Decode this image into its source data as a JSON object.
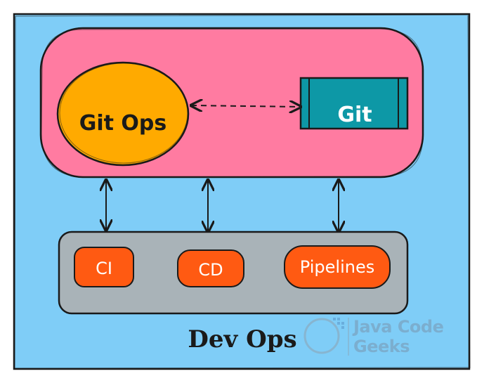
{
  "nodes": {
    "gitops": {
      "label": "Git Ops"
    },
    "git": {
      "label": "Git"
    },
    "ci": {
      "label": "CI"
    },
    "cd": {
      "label": "CD"
    },
    "pipelines": {
      "label": "Pipelines"
    }
  },
  "group_label": "Dev Ops",
  "watermark": {
    "text": "Java Code Geeks"
  },
  "edges": [
    {
      "from": "gitops",
      "to": "git",
      "style": "dashed",
      "bidirectional": true
    },
    {
      "from": "ci",
      "to": "gitops-group",
      "style": "solid",
      "bidirectional": true
    },
    {
      "from": "cd",
      "to": "gitops-group",
      "style": "solid",
      "bidirectional": true
    },
    {
      "from": "pipelines",
      "to": "gitops-group",
      "style": "solid",
      "bidirectional": true
    }
  ],
  "colors": {
    "background": "#7fcdf7",
    "gitops_group": "#ff7ba1",
    "gitops_node": "#ffaa00",
    "git_node": "#0d98a6",
    "devops_tools_group": "#a9b3b8",
    "tool_node": "#ff5a12",
    "outline": "#1a1a1a"
  }
}
